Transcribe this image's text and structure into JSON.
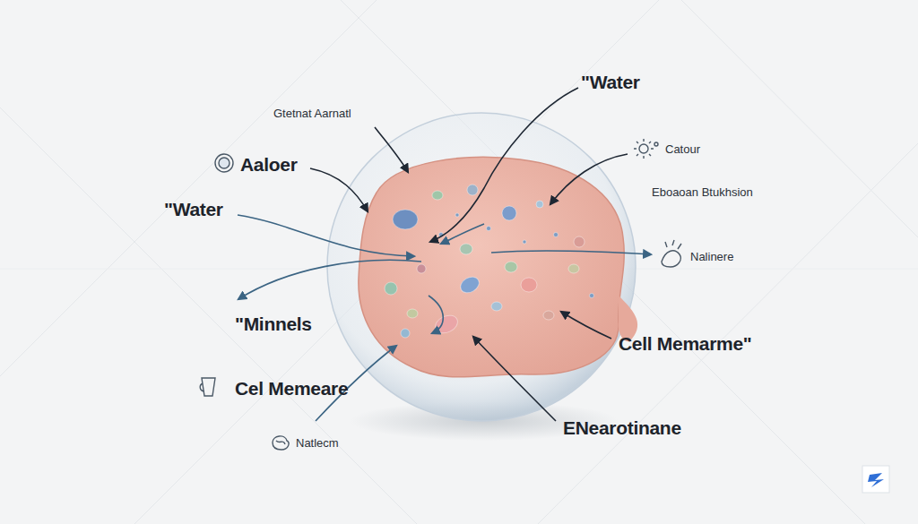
{
  "diagram": {
    "labels": [
      "Gtetnat Aarnatl",
      "\"Water",
      "Catour",
      "Aaloer",
      "Eboaoan Btukhsion",
      "\"Water",
      "Nalinere",
      "\"Minnels",
      "Cell Memarme\"",
      "Cel Memeare",
      "ENearotinane",
      "Natlecm"
    ]
  }
}
